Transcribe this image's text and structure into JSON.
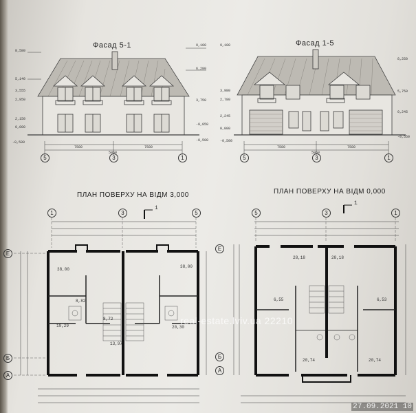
{
  "facade_left": {
    "title": "Фасад 5-1",
    "levels_left": [
      "8,580",
      "5,140",
      "3,555",
      "2,950",
      "2,150",
      "0,000",
      "-0,500"
    ],
    "levels_right": [
      "9,100",
      "6,280",
      "3,750",
      "-0,050",
      "-0,500"
    ],
    "dims": [
      "7580",
      "5060",
      "7580"
    ],
    "axes": [
      "5",
      "3",
      "1"
    ]
  },
  "facade_right": {
    "title": "Фасад 1-5",
    "levels_left": [
      "9,100",
      "3,980",
      "2,780",
      "2,245",
      "0,000",
      "-0,500"
    ],
    "levels_right": [
      "8,250",
      "5,750",
      "0,245",
      "-0,550"
    ],
    "dims": [
      "7580",
      "5060",
      "7580"
    ],
    "axes": [
      "5",
      "3",
      "1"
    ]
  },
  "plan_left": {
    "title": "ПЛАН ПОВЕРХУ НА ВІДМ 3,000",
    "axes_top": [
      "1",
      "3",
      "5"
    ],
    "axes_side": [
      "Е",
      "Б",
      "А"
    ],
    "section": "1",
    "rooms": [
      "38,00",
      "38,00",
      "8,82",
      "8,72",
      "19,29",
      "20,30",
      "13,97"
    ]
  },
  "plan_right": {
    "title": "ПЛАН ПОВЕРХУ НА ВІДМ 0,000",
    "axes_top": [
      "5",
      "3",
      "1"
    ],
    "axes_side": [
      "Е",
      "Б",
      "А"
    ],
    "section": "1",
    "rooms": [
      "28,18",
      "28,18",
      "6,55",
      "6,53",
      "20,74",
      "20,74"
    ]
  },
  "watermark": "real-estate.lviv.ua 22210",
  "timestamp": "27.09.2021 10"
}
